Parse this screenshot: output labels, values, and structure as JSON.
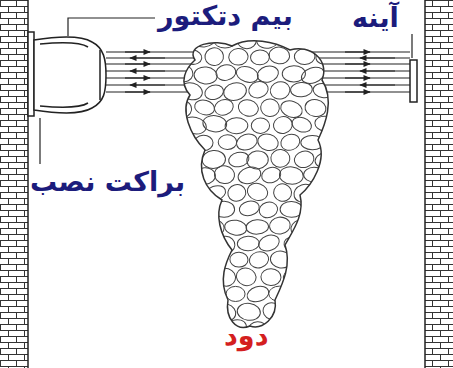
{
  "diagram": {
    "labels": [
      "بیم دتکتور",
      "آینه",
      "براکت نصب",
      "دود"
    ]
  }
}
